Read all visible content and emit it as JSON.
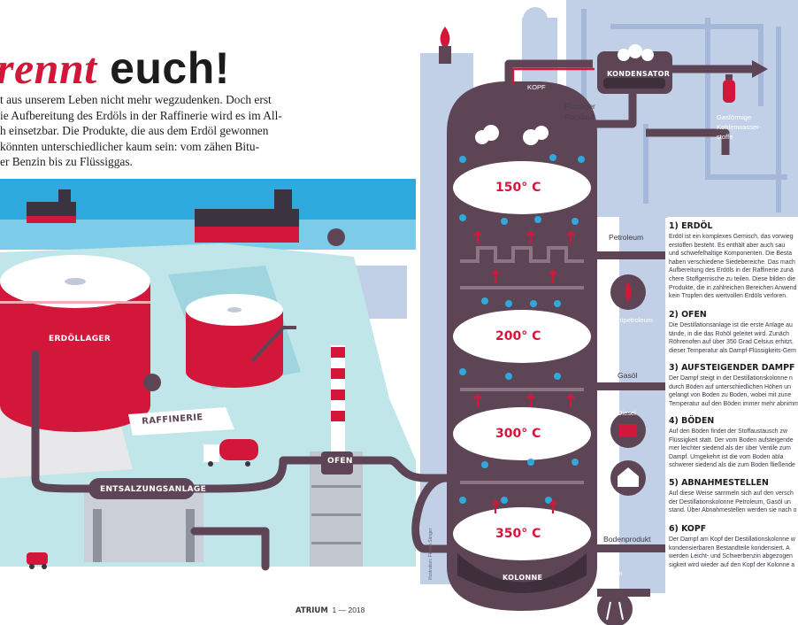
{
  "heading": {
    "part_red": "rennt",
    "part_black": "euch!"
  },
  "intro_lines": [
    "t aus unserem Leben nicht mehr wegzudenken. Doch erst",
    "ie Aufbereitung des Erdöls in der Raffinerie wird es im All-",
    "h einsetzbar. Die Produkte, die aus dem Erdöl gewonnen",
    " könnten unterschiedlicher kaum sein: vom zähen Bitu-",
    "er Benzin bis zu Flüssiggas."
  ],
  "labels": {
    "tank": "ERDÖLLAGER",
    "refinery": "RAFFINERIE",
    "desalination": "ENTSALZUNGSANLAGE",
    "furnace": "OFEN",
    "column": "KOLONNE",
    "condenser": "KONDENSATOR",
    "head": "KOPF",
    "reflux_1": "Flüssiger",
    "reflux_2": "Rücklauf",
    "gas_1": "Gasförmige",
    "gas_2": "Kohlenwasser-",
    "gas_3": "stoffe"
  },
  "temperatures": [
    "150° C",
    "200° C",
    "300° C",
    "350° C"
  ],
  "products": {
    "petroleum": "Petroleum",
    "lamp_oil": "Leuchtpetroleum",
    "gas_oil": "Gasöl",
    "diesel": "Diesel",
    "heating_oil": "Heizöl",
    "bottom": "Bodenprodukt",
    "bitumen": "Bitumen"
  },
  "info_sections": [
    {
      "title": "1) ERDÖL",
      "lines": [
        "Erdöl ist ein komplexes Gemisch, das vorwieg",
        "erstoffen besteht. Es enthält aber auch sau",
        "und schwefelhaltige Komponenten. Die Besta",
        "haben verschiedene Siedebereiche. Das mach",
        "Aufbereitung des Erdöls in der Raffinerie zunä",
        "chere Stoffgemische zu teilen. Diese bilden die",
        "Produkte, die in zahlreichen Bereichen Anwend",
        "kein Tropfen des wertvollen Erdöls verloren."
      ]
    },
    {
      "title": "2) OFEN",
      "lines": [
        "Die Destillationsanlage ist die erste Anlage au",
        "tände, in die das Rohöl geleitet wird. Zunäch",
        "Röhrenofen auf über 350 Grad Celsius erhitzt.",
        "dieser Temperatur als Dampf-Flüssigkeits-Gem"
      ]
    },
    {
      "title": "3) AUFSTEIGENDER DAMPF",
      "lines": [
        "Der Dampf steigt in der Destillationskolonne n",
        "durch Böden auf unterschiedlichen Höhen un",
        "gelangt von Boden zu Boden, wobei mit zune",
        "Temperatur auf den Böden immer mehr abnimm"
      ]
    },
    {
      "title": "4) BÖDEN",
      "lines": [
        "Auf den Böden findet der Stoffaustausch zw",
        "Flüssigkeit statt. Der vom Boden aufsteigende",
        "mer leichter siedend als der über Ventile zum",
        "Dampf. Umgekehrt ist die vom Boden abla",
        "schwerer siedend als die zum Boden fließende"
      ]
    },
    {
      "title": "5) ABNAHMESTELLEN",
      "lines": [
        "Auf diese Weise sammeln sich auf den versch",
        "der Destillationskolonne Petroleum, Gasöl un",
        "stand. Über Abnahmestellen werden sie nach o"
      ]
    },
    {
      "title": "6) KOPF",
      "lines": [
        "Der Dampf am Kopf der Destillationskolonne w",
        "kondensierbaren Bestandteile kondensiert. A",
        "werden Leicht- und Schwerbenzin abgezogen",
        "sigkeit wird wieder auf den Kopf der Kolonne a"
      ]
    }
  ],
  "footer": {
    "brand": "ATRIUM",
    "issue": "1 — 2018"
  },
  "credit": "Illustration: Florian Sänger",
  "colors": {
    "red": "#d3173a",
    "plum": "#5e4555",
    "light_blue": "#c2d0e7",
    "sea": "#2ea9de",
    "floor": "#c1e6ea"
  }
}
